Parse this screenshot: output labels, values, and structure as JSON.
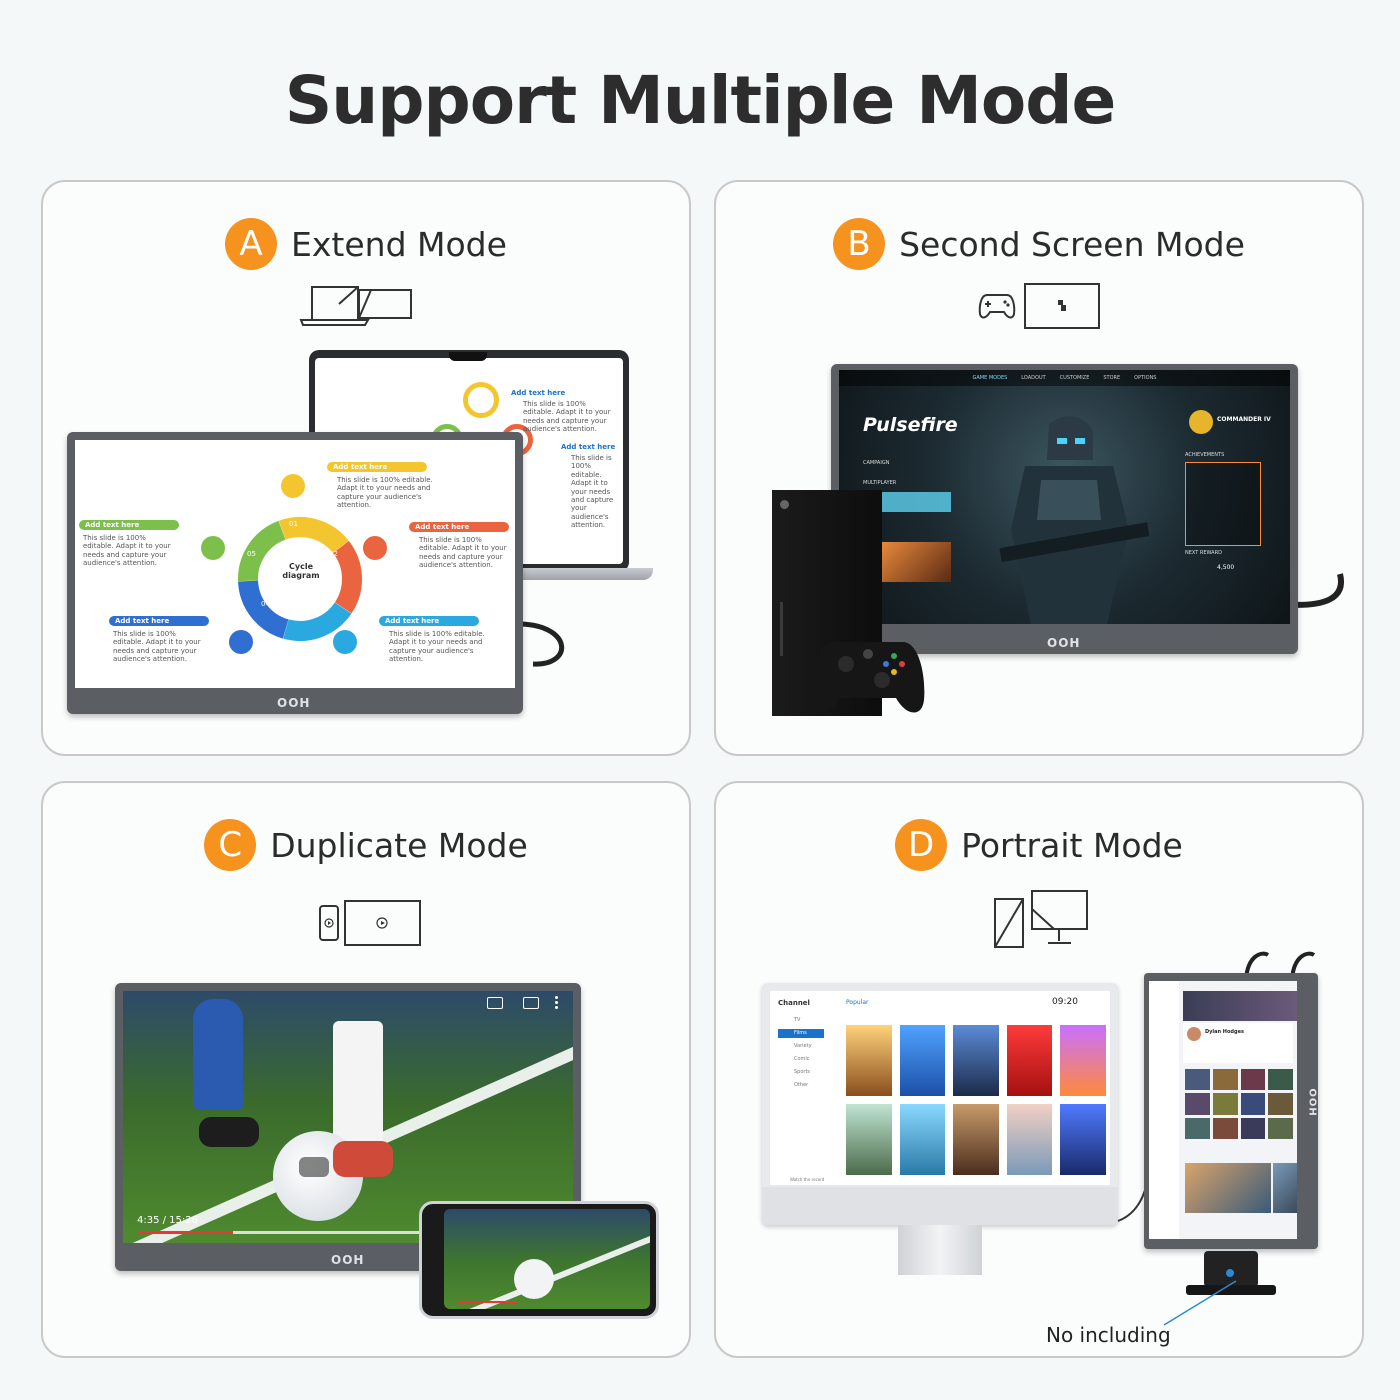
{
  "title": "Support Multiple Mode",
  "panels": {
    "a": {
      "letter": "A",
      "title": "Extend Mode"
    },
    "b": {
      "letter": "B",
      "title": "Second Screen Mode"
    },
    "c": {
      "letter": "C",
      "title": "Duplicate Mode"
    },
    "d": {
      "letter": "D",
      "title": "Portrait Mode"
    }
  },
  "monitor_brand": "OOH",
  "slide": {
    "center_label": "Cycle diagram",
    "segments": [
      "01",
      "02",
      "03",
      "04",
      "05"
    ],
    "callout_title": "Add text here",
    "callout_body": "This slide is 100% editable. Adapt it to your needs and capture your audience's attention."
  },
  "game": {
    "logo": "Pulsefire",
    "menu": [
      "GAME MODES",
      "LOADOUT",
      "CUSTOMIZE",
      "STORE",
      "OPTIONS"
    ],
    "side": [
      "CAMPAIGN",
      "MULTIPLAYER"
    ],
    "rank": "COMMANDER IV",
    "achievements": "ACHIEVEMENTS",
    "reward": "NEXT REWARD",
    "points": "4,500"
  },
  "video": {
    "time": "4:35 / 15:26"
  },
  "tv": {
    "channel": "Channel",
    "tab": "Popular",
    "clock": "09:20",
    "menu": [
      "TV",
      "Films",
      "Variety",
      "Comic",
      "Sports",
      "Other"
    ],
    "footer": "Watch the record"
  },
  "profile": {
    "name": "Dylan Hodges"
  },
  "note": "No including",
  "colors": {
    "accent": "#f6931e"
  }
}
